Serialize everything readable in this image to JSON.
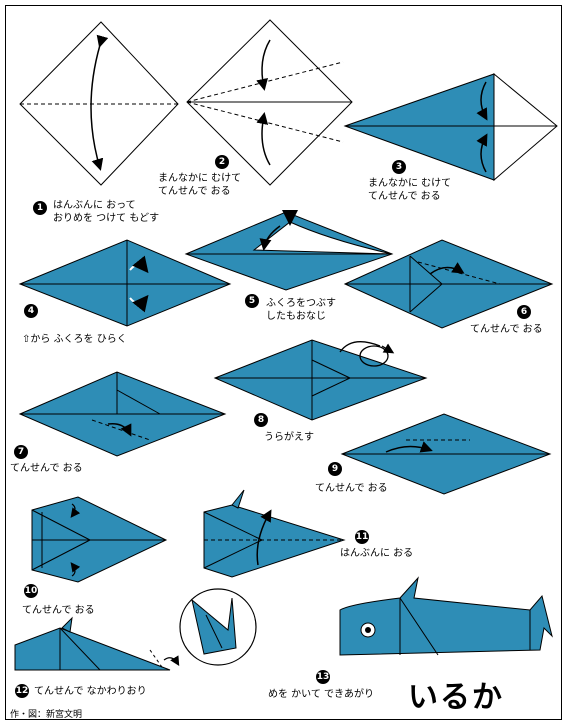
{
  "colors": {
    "paper": "#2e8db6",
    "paper_dark": "#1f6f93",
    "line": "#000000"
  },
  "title": "いるか",
  "credit": "作・図：新宮文明",
  "steps": [
    {
      "num": "1",
      "lines": [
        "はんぶんに おって",
        "おりめを つけて もどす"
      ]
    },
    {
      "num": "2",
      "lines": [
        "まんなかに むけて",
        "てんせんで おる"
      ]
    },
    {
      "num": "3",
      "lines": [
        "まんなかに むけて",
        "てんせんで おる"
      ]
    },
    {
      "num": "4",
      "lines": [
        "⇧から ふくろを ひらく"
      ]
    },
    {
      "num": "5",
      "lines": [
        "ふくろをつぶす",
        "したもおなじ"
      ]
    },
    {
      "num": "6",
      "lines": [
        "てんせんで おる"
      ]
    },
    {
      "num": "7",
      "lines": [
        "てんせんで おる"
      ]
    },
    {
      "num": "8",
      "lines": [
        "うらがえす"
      ]
    },
    {
      "num": "9",
      "lines": [
        "てんせんで おる"
      ]
    },
    {
      "num": "10",
      "lines": [
        "てんせんで おる"
      ]
    },
    {
      "num": "11",
      "lines": [
        "はんぶんに おる"
      ]
    },
    {
      "num": "12",
      "lines": [
        "てんせんで なかわりおり"
      ]
    },
    {
      "num": "13",
      "lines": [
        "めを かいて できあがり"
      ]
    }
  ]
}
